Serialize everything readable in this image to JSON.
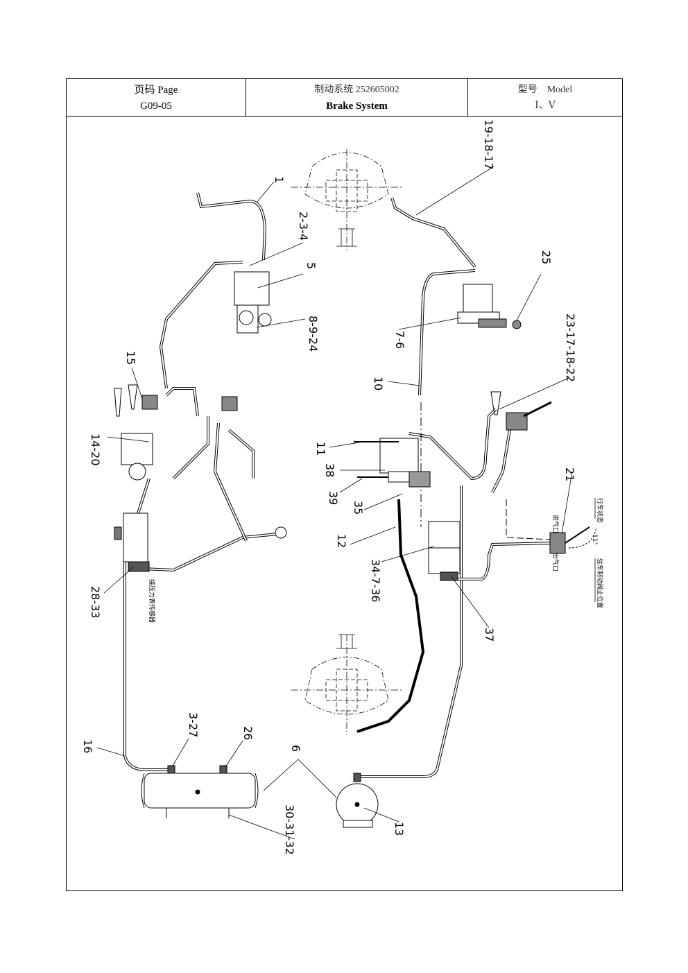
{
  "header": {
    "page_label": "页码 Page",
    "page_value": "G09-05",
    "system_label": "制动系统 252605002",
    "system_value": "Brake System",
    "model_label": "型号　Model",
    "model_value": "Ⅰ、Ⅴ"
  },
  "callouts": {
    "c1": "1",
    "c2_3_4": "2-3-4",
    "c5": "5",
    "c8_9_24": "8-9-24",
    "c15": "15",
    "c14_20": "14-20",
    "c28_33": "28-33",
    "c16": "16",
    "c3_27": "3-27",
    "c26": "26",
    "c6": "6",
    "c30_31_32": "30-31-32",
    "c13": "13",
    "c19_18_17": "19-18-17",
    "c25": "25",
    "c7_6": "7-6",
    "c10": "10",
    "c23_17_18_22": "23-17-18-22",
    "c11": "11",
    "c38": "38",
    "c39": "39",
    "c35": "35",
    "c12": "12",
    "c34_7_36": "34-7-36",
    "c37": "37",
    "c21": "21"
  },
  "small_labels": {
    "drive_state": "行车状态",
    "park_state": "驻车制动阀止位置",
    "gauge_label": "接压力表传感器",
    "port_in": "进气口",
    "port_out": "出气口",
    "angle": "11°"
  },
  "colors": {
    "line": "#000000",
    "background": "#ffffff"
  }
}
